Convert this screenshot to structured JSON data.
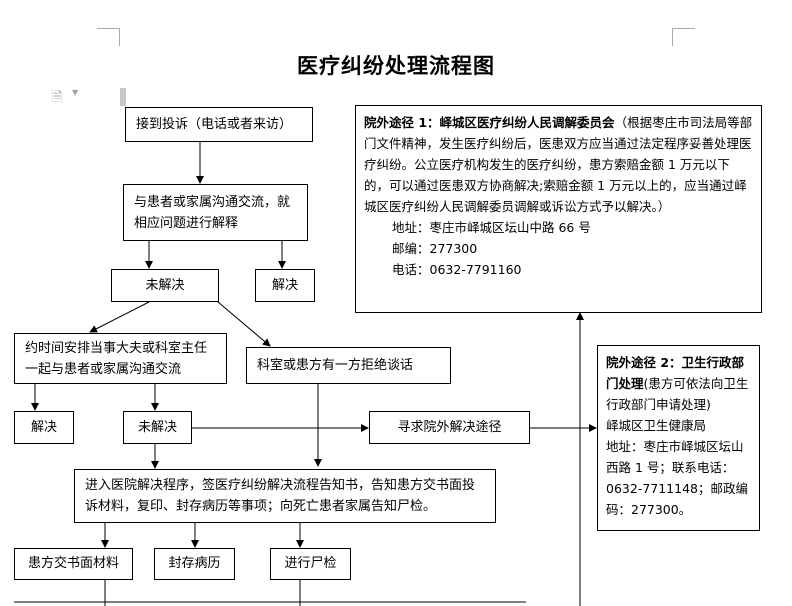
{
  "title": "医疗纠纷处理流程图",
  "nodes": {
    "receive": "接到投诉（电话或者来访）",
    "communicate": "与患者或家属沟通交流，就相应问题进行解释",
    "unresolved1": "未解决",
    "resolved1": "解决",
    "arrange": "约时间安排当事大夫或科室主任一起与患者或家属沟通交流",
    "refuse": "科室或患方有一方拒绝谈话",
    "resolved2": "解决",
    "unresolved2": "未解决",
    "seek_outside": "寻求院外解决途径",
    "enter_procedure": "进入医院解决程序，签医疗纠纷解决流程告知书，告知患方交书面投诉材料，复印、封存病历等事项；向死亡患者家属告知尸检。",
    "submit_materials": "患方交书面材料",
    "seal_records": "封存病历",
    "autopsy": "进行尸检"
  },
  "route1": {
    "heading": "院外途径 1：峄城区医疗纠纷人民调解委员会",
    "body": "（根据枣庄市司法局等部门文件精神，发生医疗纠纷后，医患双方应当通过法定程序妥善处理医疗纠纷。公立医疗机构发生的医疗纠纷，患方索赔金额 1 万元以下的，可以通过医患双方协商解决;索赔金额 1 万元以上的，应当通过峄城区医疗纠纷人民调解委员调解或诉讼方式予以解决。）",
    "address": "地址：枣庄市峄城区坛山中路 66 号",
    "postcode": "邮编：277300",
    "phone": "电话：0632-7791160"
  },
  "route2": {
    "heading": "院外途径 2：卫生行政部门处理",
    "body": "(患方可依法向卫生行政部门申请处理)",
    "org": "峄城区卫生健康局",
    "contact": "地址：枣庄市峄城区坛山西路 1 号；联系电话：0632-7711148；邮政编码：277300。"
  }
}
